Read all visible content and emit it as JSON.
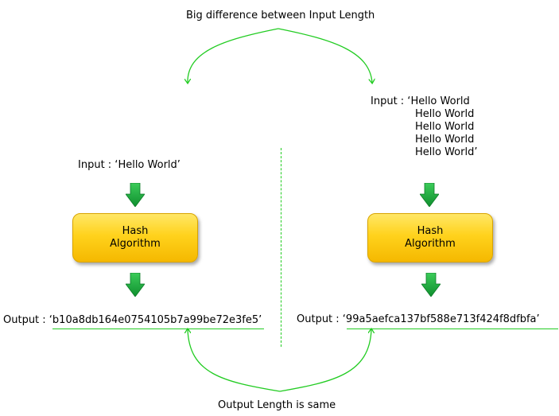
{
  "top_label": "Big difference between Input Length",
  "bottom_label": "Output Length is same",
  "left": {
    "input": "Input : ‘Hello World’",
    "box_line1": "Hash",
    "box_line2": "Algorithm",
    "output": "Output : ‘b10a8db164e0754105b7a99be72e3fe5’"
  },
  "right": {
    "input_lines": [
      "Input : ‘Hello World",
      "Hello World",
      "Hello World",
      "Hello World",
      "Hello World’"
    ],
    "box_line1": "Hash",
    "box_line2": "Algorithm",
    "output": "Output : ‘99a5aefca137bf588e713f424f8dfbfa’"
  },
  "colors": {
    "connector": "#22cc22",
    "box": "#ffd21c",
    "arrow": "#1aaa3a"
  }
}
